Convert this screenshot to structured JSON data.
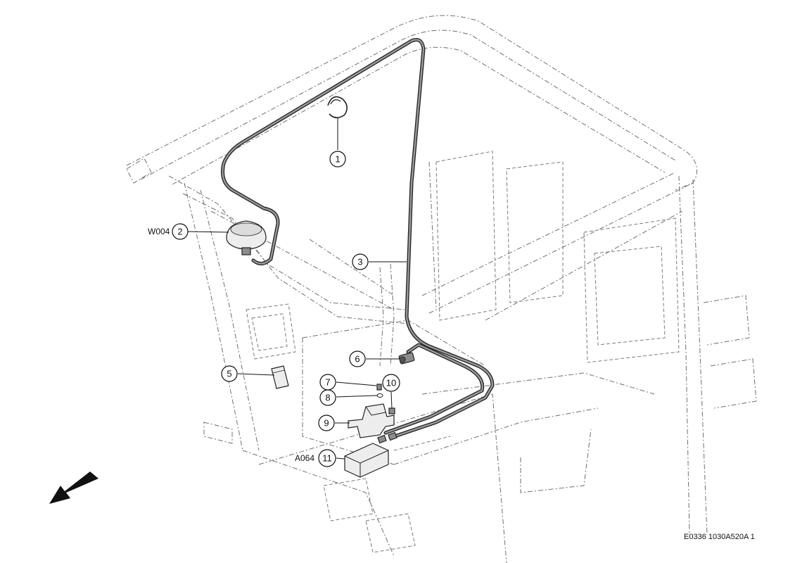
{
  "callouts": [
    {
      "number": "1"
    },
    {
      "number": "2",
      "ref": "W004"
    },
    {
      "number": "3"
    },
    {
      "number": "5"
    },
    {
      "number": "6"
    },
    {
      "number": "7"
    },
    {
      "number": "8"
    },
    {
      "number": "9"
    },
    {
      "number": "10"
    },
    {
      "number": "11",
      "ref": "A064"
    }
  ],
  "drawing_id": "E0336 1030A520A 1",
  "icons": {
    "direction_arrow": "arrow-down-left-icon"
  },
  "colors": {
    "line": "#6e6e6e",
    "cable": "#222222",
    "text": "#111111"
  }
}
